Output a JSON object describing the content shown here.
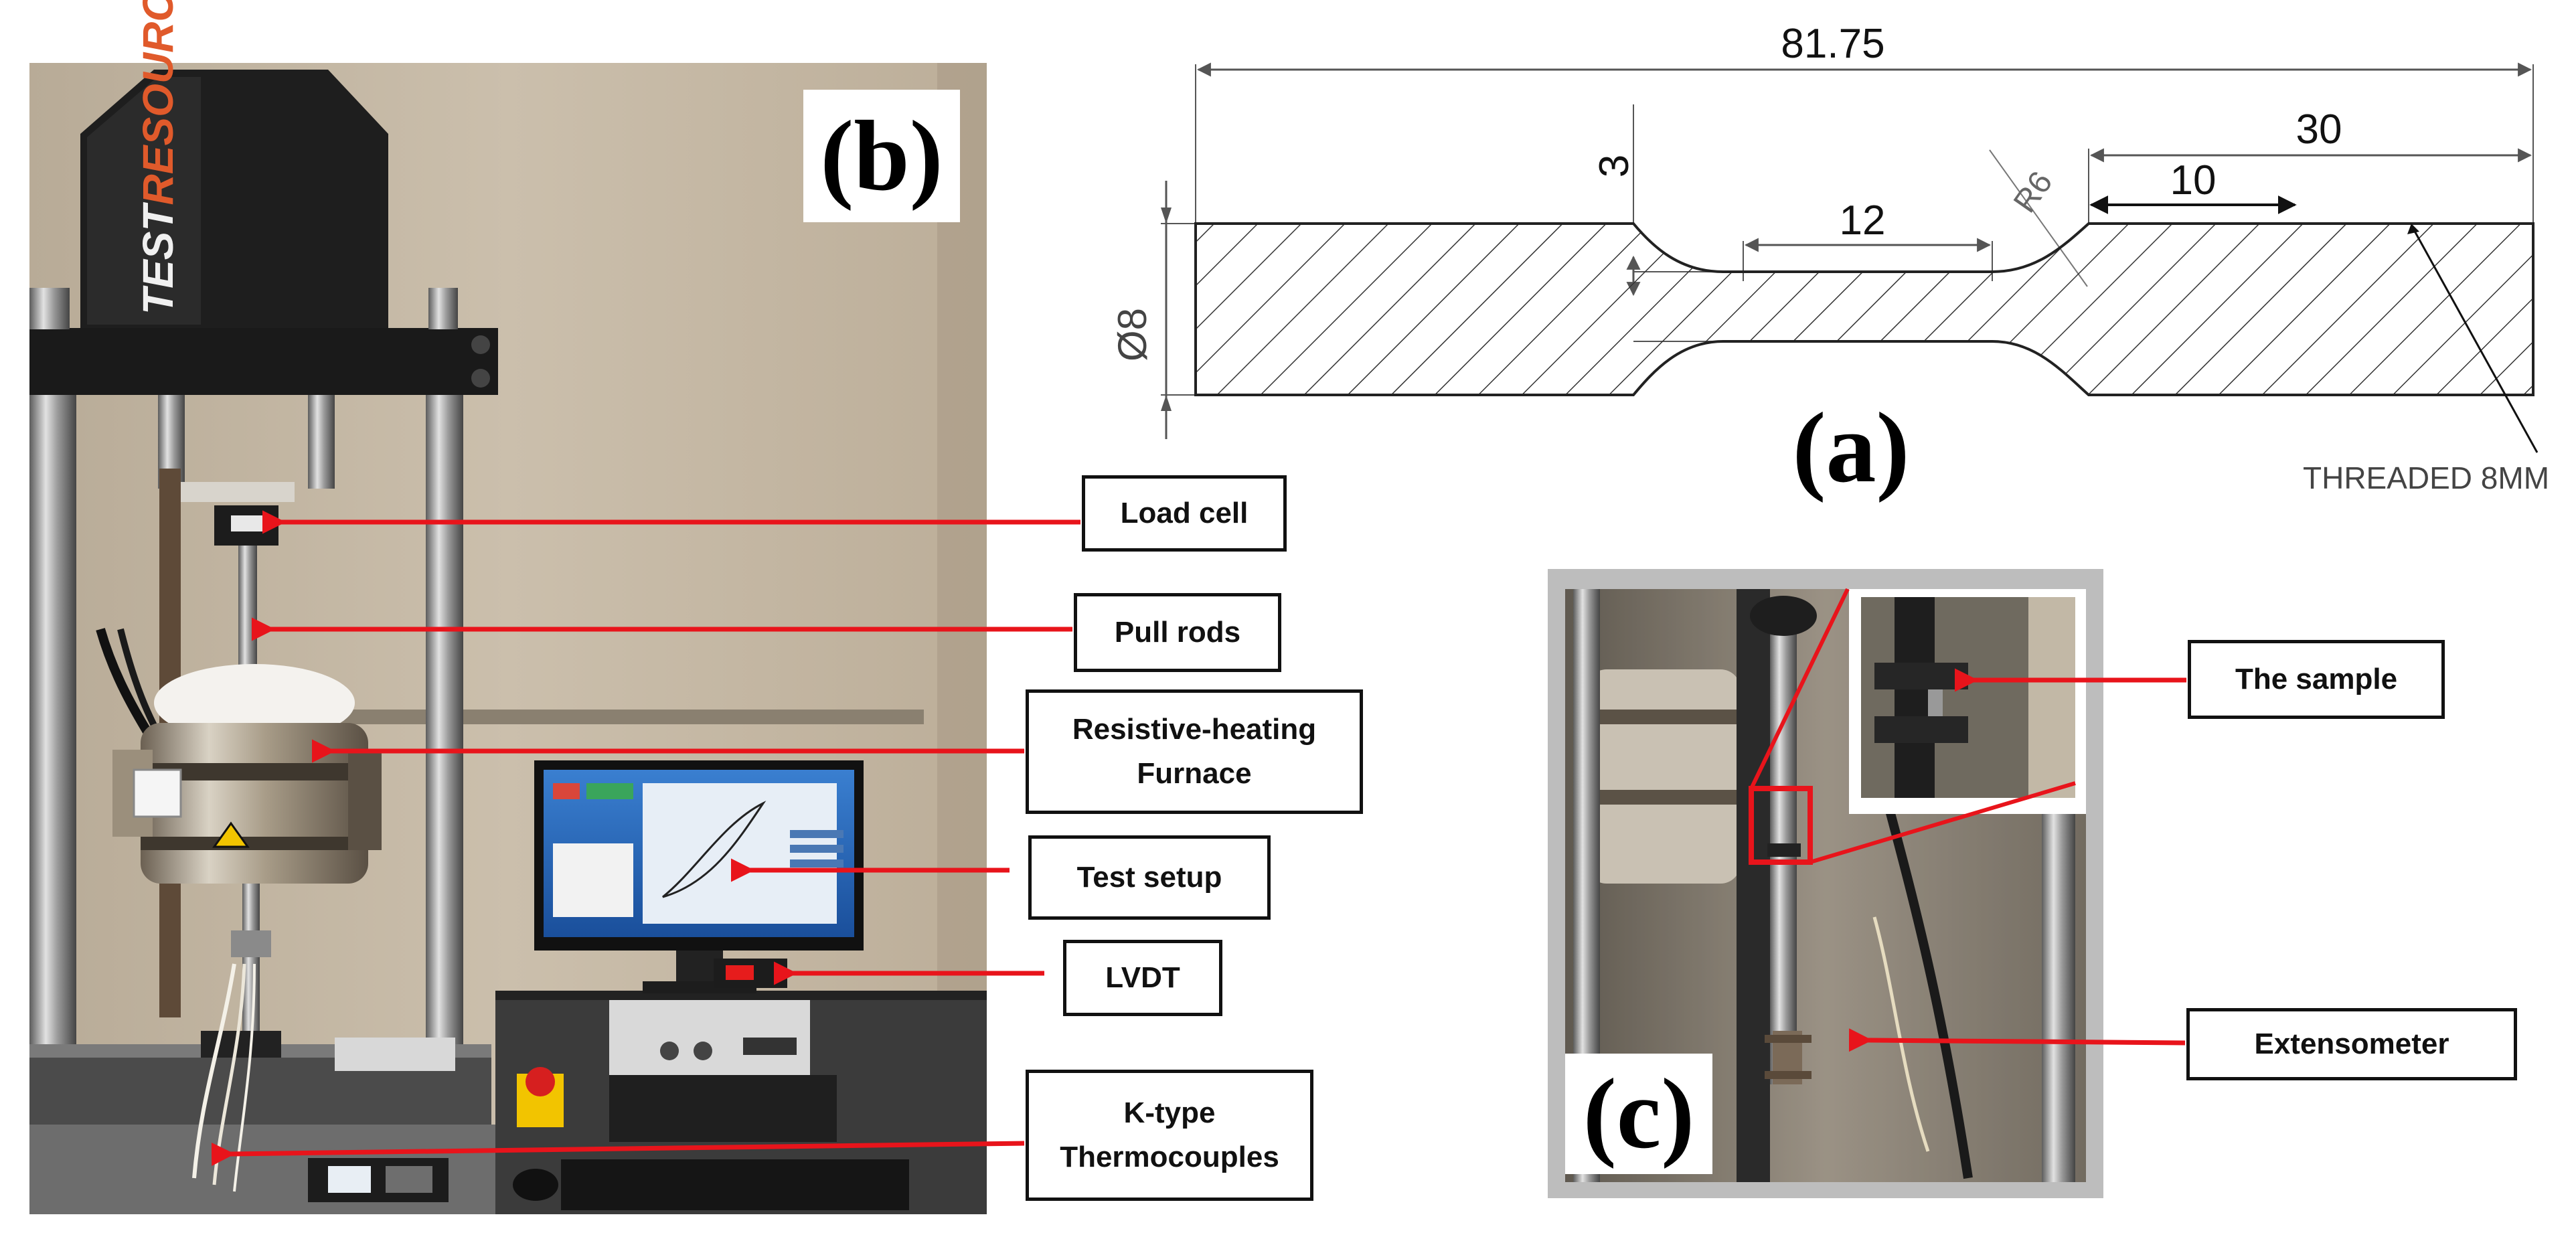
{
  "panels": {
    "a": {
      "label": "(a)"
    },
    "b": {
      "label": "(b)"
    },
    "c": {
      "label": "(c)"
    }
  },
  "drawing": {
    "overall_length": "81.75",
    "grip_length": "30",
    "thread_length": "10",
    "gauge_length": "12",
    "gauge_diameter": "3",
    "fillet_radius": "R6",
    "grip_diameter": "Ø8",
    "thread_note": "THREADED 8MM"
  },
  "machine": {
    "brand": "TESTRESOURCES"
  },
  "callouts": {
    "load_cell": "Load cell",
    "pull_rods": "Pull rods",
    "furnace_line1": "Resistive-heating",
    "furnace_line2": "Furnace",
    "test_setup": "Test setup",
    "lvdt": "LVDT",
    "thermo_line1": "K-type",
    "thermo_line2": "Thermocouples",
    "sample": "The sample",
    "extensometer": "Extensometer"
  },
  "colors": {
    "arrow": "#e8141b",
    "dimension_line": "#555555",
    "hatch": "#333333"
  }
}
